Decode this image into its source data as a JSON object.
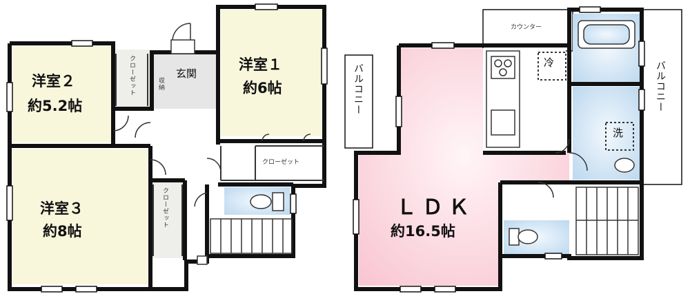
{
  "floor1": {
    "rooms": [
      {
        "name": "洋室２",
        "size": "約5.2帖"
      },
      {
        "name": "洋室１",
        "size": "約6帖"
      },
      {
        "name": "洋室３",
        "size": "約8帖"
      }
    ],
    "entrance": "玄関",
    "storage": "収納",
    "closet": "クローゼット"
  },
  "floor2": {
    "ldk": "ＬＤＫ",
    "ldk_size": "約16.5帖",
    "fridge": "冷",
    "washer": "洗",
    "balcony": "バルコニー",
    "counter": "カウンター"
  },
  "colors": {
    "wall": "#111111",
    "bedroom_fill": "#f8f7dc",
    "ldk_fill": "#fbd3dd",
    "wet_fill": "#d4e6f6",
    "hall_fill": "#e4e4e4"
  }
}
